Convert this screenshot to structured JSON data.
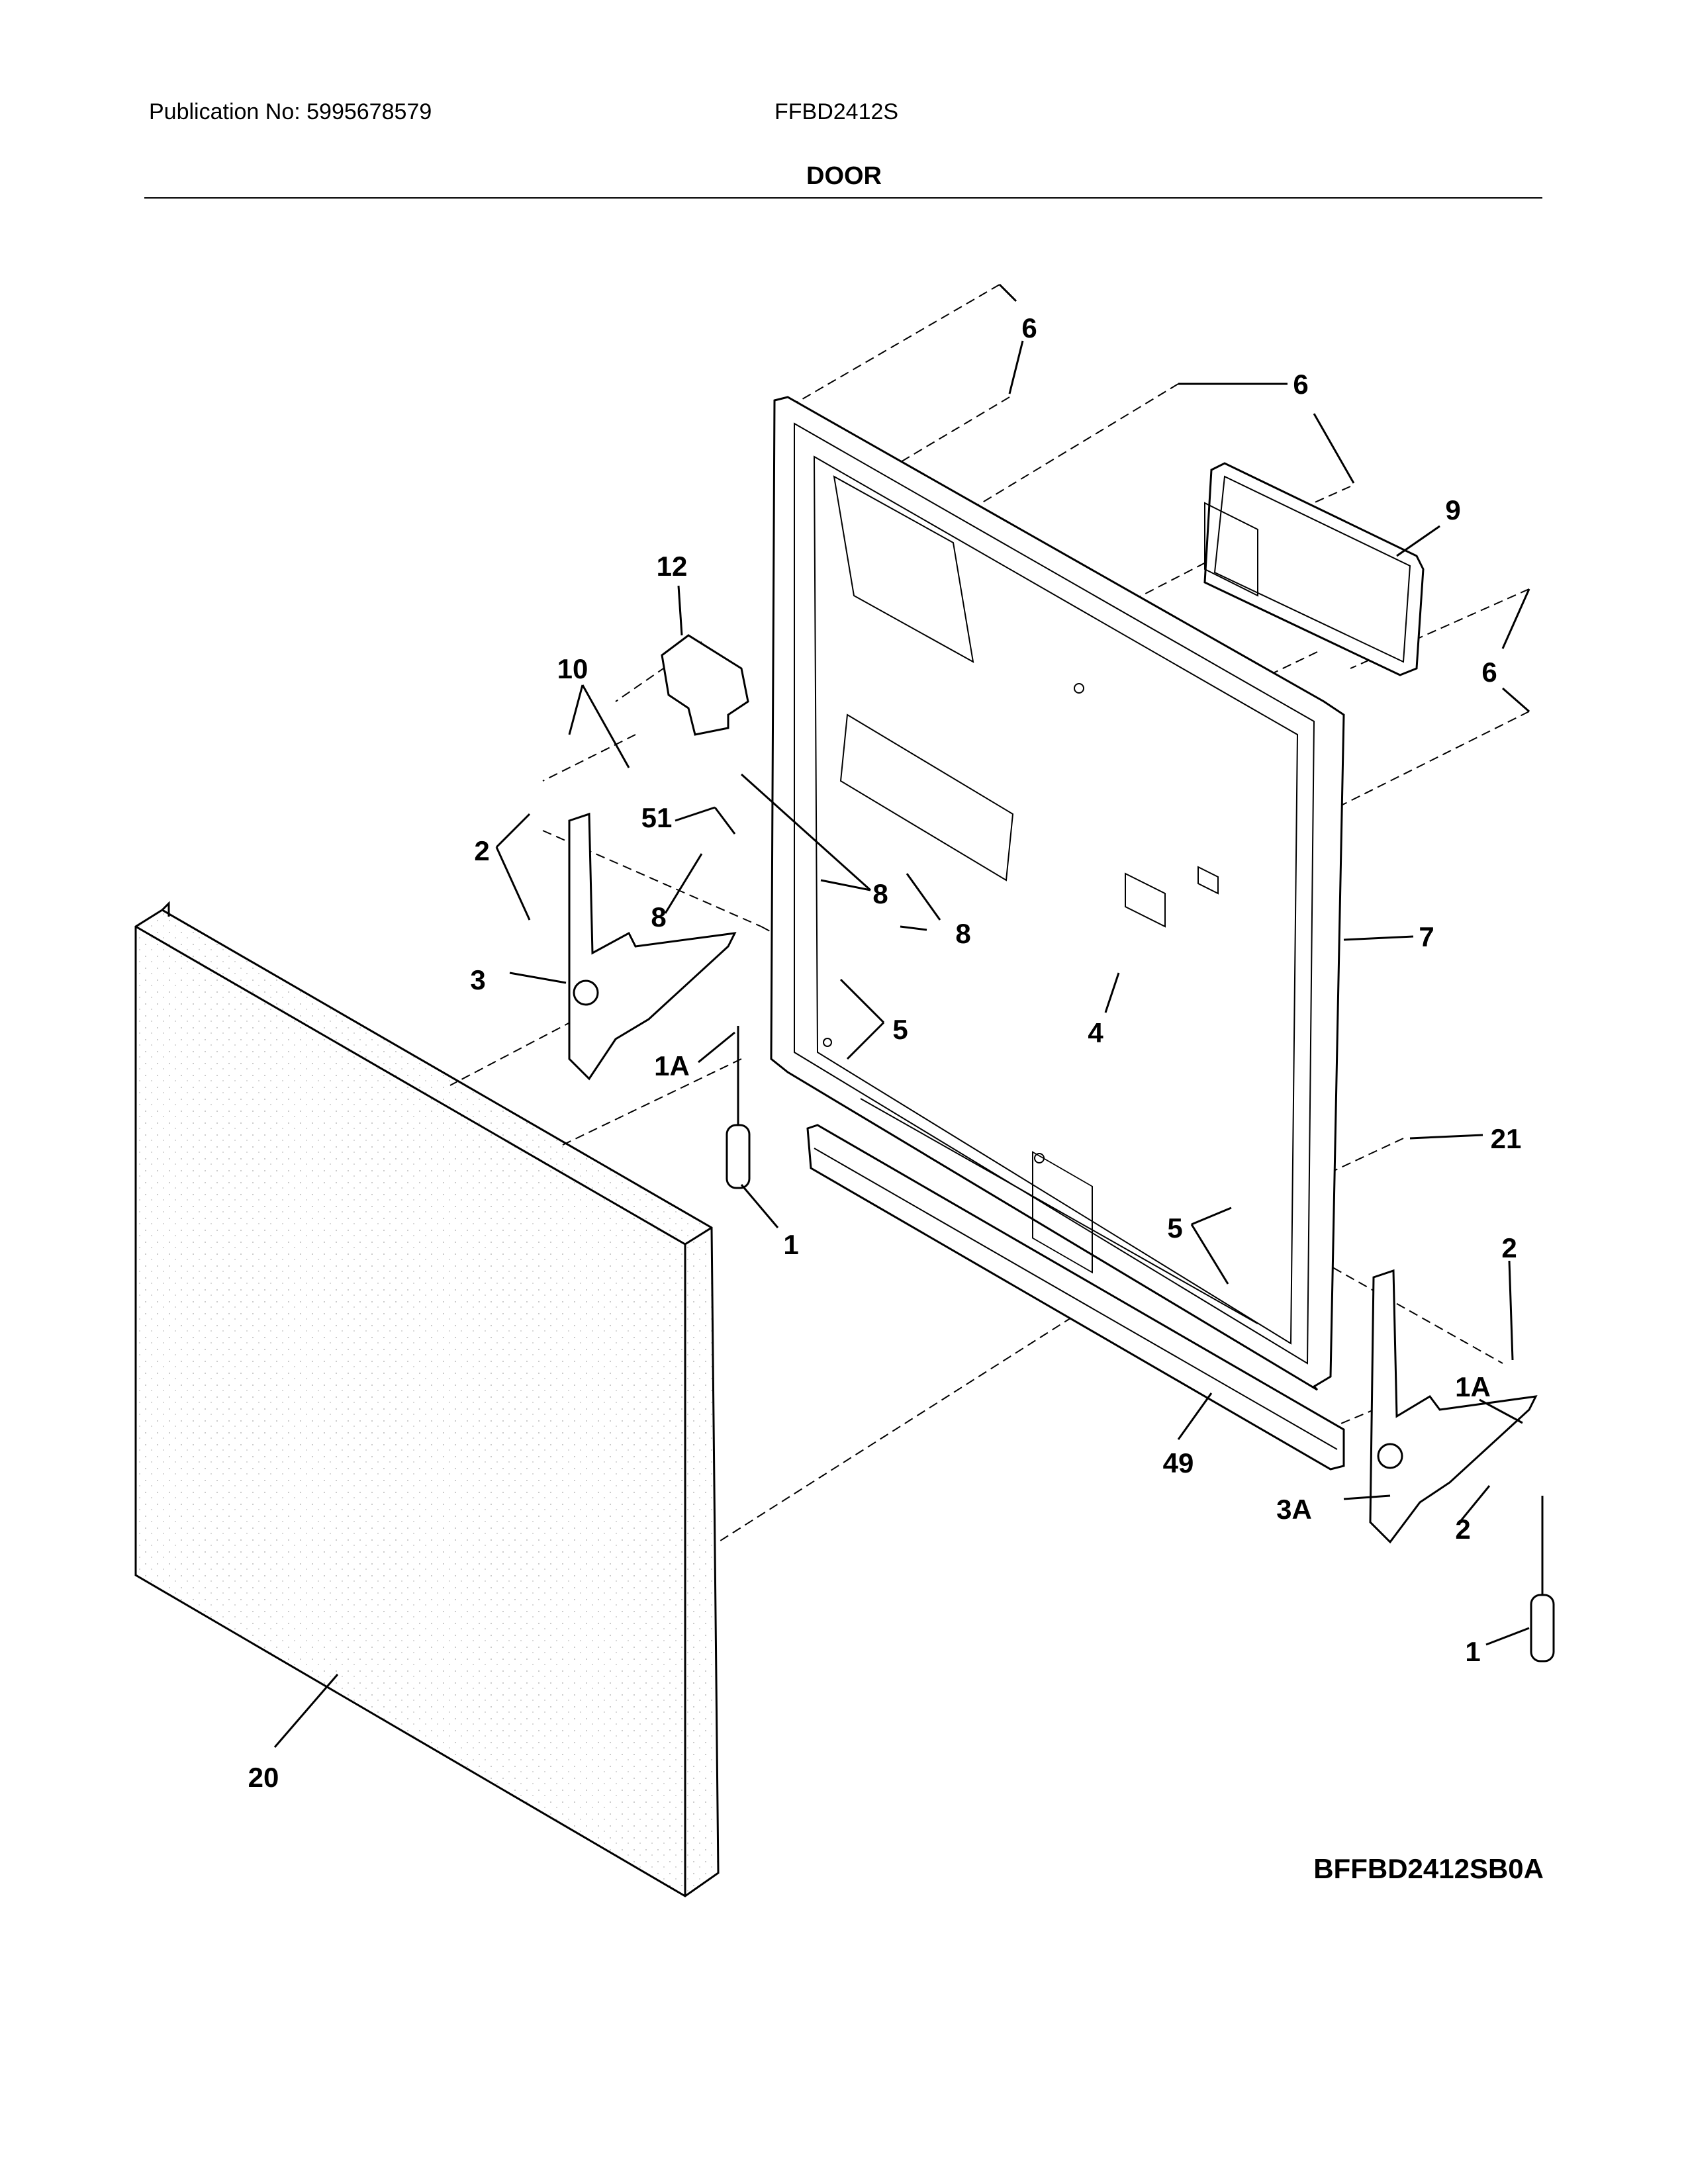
{
  "header": {
    "publication": "Publication No: 5995678579",
    "model": "FFBD2412S",
    "section_title": "DOOR"
  },
  "diagram_code": "BFFBD2412SB0A",
  "callouts": [
    {
      "key": "c6a",
      "label": "6"
    },
    {
      "key": "c6b",
      "label": "6"
    },
    {
      "key": "c6c",
      "label": "6"
    },
    {
      "key": "c9",
      "label": "9"
    },
    {
      "key": "c12",
      "label": "12"
    },
    {
      "key": "c10",
      "label": "10"
    },
    {
      "key": "c51",
      "label": "51"
    },
    {
      "key": "c2a",
      "label": "2"
    },
    {
      "key": "c8a",
      "label": "8"
    },
    {
      "key": "c8b",
      "label": "8"
    },
    {
      "key": "c8c",
      "label": "8"
    },
    {
      "key": "c7",
      "label": "7"
    },
    {
      "key": "c3",
      "label": "3"
    },
    {
      "key": "c1Aa",
      "label": "1A"
    },
    {
      "key": "c5a",
      "label": "5"
    },
    {
      "key": "c4",
      "label": "4"
    },
    {
      "key": "c21",
      "label": "21"
    },
    {
      "key": "c1a",
      "label": "1"
    },
    {
      "key": "c5b",
      "label": "5"
    },
    {
      "key": "c2b",
      "label": "2"
    },
    {
      "key": "c1Ab",
      "label": "1A"
    },
    {
      "key": "c49",
      "label": "49"
    },
    {
      "key": "c3A",
      "label": "3A"
    },
    {
      "key": "c2c",
      "label": "2"
    },
    {
      "key": "c1b",
      "label": "1"
    },
    {
      "key": "c20",
      "label": "20"
    }
  ]
}
